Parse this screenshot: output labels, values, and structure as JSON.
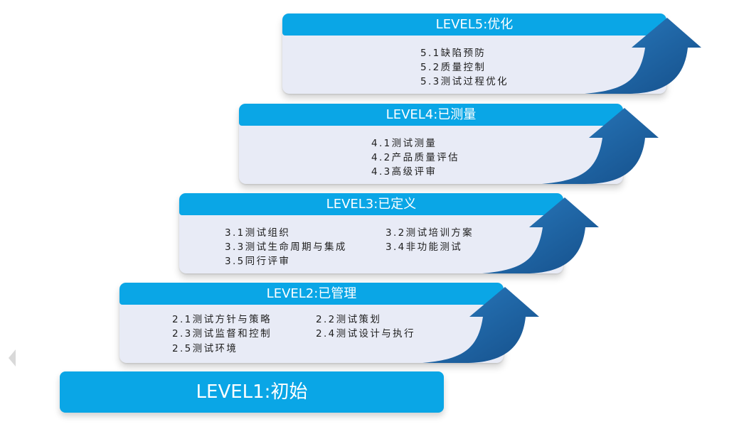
{
  "levels": {
    "l5": {
      "title": "LEVEL5:优化",
      "items": [
        "5.1缺陷预防",
        "5.2质量控制",
        "5.3测试过程优化"
      ]
    },
    "l4": {
      "title": "LEVEL4:已测量",
      "items": [
        "4.1测试测量",
        "4.2产品质量评估",
        "4.3高级评审"
      ]
    },
    "l3": {
      "title": "LEVEL3:已定义",
      "items": [
        "3.1测试组织",
        "3.2测试培训方案",
        "3.3测试生命周期与集成",
        "3.4非功能测试",
        "3.5同行评审"
      ]
    },
    "l2": {
      "title": "LEVEL2:已管理",
      "items": [
        "2.1测试方针与策略",
        "2.2测试策划",
        "2.3测试监督和控制",
        "2.4测试设计与执行",
        "2.5测试环境"
      ]
    },
    "l1": {
      "title": "LEVEL1:初始"
    }
  },
  "colors": {
    "header_blue": "#0aa6e6",
    "arrow_blue": "#1f66a7",
    "card_bg": "#e8ebf6"
  }
}
